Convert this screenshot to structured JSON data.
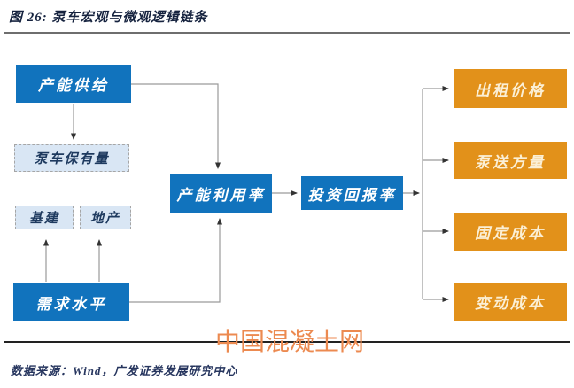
{
  "figure": {
    "title": "图 26:  泵车宏观与微观逻辑链条",
    "watermark": "中国混凝土网",
    "source": "数据来源：Wind，广发证券发展研究中心"
  },
  "nodes": {
    "capacity_supply": "产能供给",
    "pump_truck_stock": "泵车保有量",
    "infrastructure": "基建",
    "real_estate": "地产",
    "demand_level": "需求水平",
    "capacity_utilization": "产能利用率",
    "return_on_investment": "投资回报率",
    "rental_price": "出租价格",
    "pumping_volume": "泵送方量",
    "fixed_cost": "固定成本",
    "variable_cost": "变动成本"
  },
  "colors": {
    "box_blue": "#1173BD",
    "box_orange": "#E2911A",
    "dashed_fill": "#D9E6F4",
    "dashed_border": "#A6A6A6",
    "navy_text": "#1E3A5F",
    "title_navy": "#16233F",
    "watermark_orange": "#EC8A50",
    "line_gray": "#9A9A9A",
    "arrow_dark": "#333333"
  }
}
